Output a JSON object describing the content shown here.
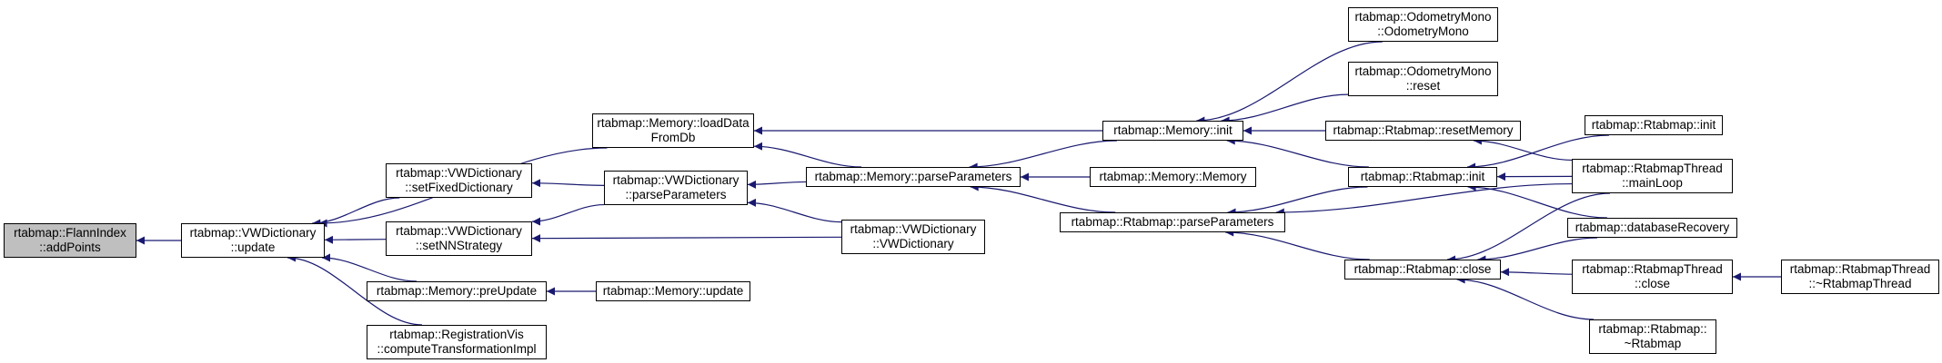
{
  "graph": {
    "edge_color": "#191970",
    "focus_fill": "#bfbfbf",
    "nodes": [
      {
        "id": "flann_addpoints",
        "lines": [
          "rtabmap::FlannIndex",
          "::addPoints"
        ],
        "focus": true
      },
      {
        "id": "vwd_update",
        "lines": [
          "rtabmap::VWDictionary",
          "::update"
        ]
      },
      {
        "id": "mem_loaddata",
        "lines": [
          "rtabmap::Memory::loadData",
          "FromDb"
        ]
      },
      {
        "id": "vwd_setfixed",
        "lines": [
          "rtabmap::VWDictionary",
          "::setFixedDictionary"
        ]
      },
      {
        "id": "vwd_setnn",
        "lines": [
          "rtabmap::VWDictionary",
          "::setNNStrategy"
        ]
      },
      {
        "id": "mem_preupdate",
        "lines": [
          "rtabmap::Memory::preUpdate"
        ]
      },
      {
        "id": "regvis_compute",
        "lines": [
          "rtabmap::RegistrationVis",
          "::computeTransformationImpl"
        ]
      },
      {
        "id": "vwd_parseparams",
        "lines": [
          "rtabmap::VWDictionary",
          "::parseParameters"
        ]
      },
      {
        "id": "mem_update",
        "lines": [
          "rtabmap::Memory::update"
        ]
      },
      {
        "id": "mem_parseparams",
        "lines": [
          "rtabmap::Memory::parseParameters"
        ]
      },
      {
        "id": "vwd_ctor",
        "lines": [
          "rtabmap::VWDictionary",
          "::VWDictionary"
        ]
      },
      {
        "id": "mem_init",
        "lines": [
          "rtabmap::Memory::init"
        ]
      },
      {
        "id": "mem_ctor",
        "lines": [
          "rtabmap::Memory::Memory"
        ]
      },
      {
        "id": "rtab_parseparams",
        "lines": [
          "rtabmap::Rtabmap::parseParameters"
        ]
      },
      {
        "id": "odo_ctor",
        "lines": [
          "rtabmap::OdometryMono",
          "::OdometryMono"
        ]
      },
      {
        "id": "odo_reset",
        "lines": [
          "rtabmap::OdometryMono",
          "::reset"
        ]
      },
      {
        "id": "rtab_resetmem",
        "lines": [
          "rtabmap::Rtabmap::resetMemory"
        ]
      },
      {
        "id": "rtab_init",
        "lines": [
          "rtabmap::Rtabmap::init"
        ]
      },
      {
        "id": "rtab_close",
        "lines": [
          "rtabmap::Rtabmap::close"
        ]
      },
      {
        "id": "rtab_init2",
        "lines": [
          "rtabmap::Rtabmap::init"
        ]
      },
      {
        "id": "thread_mainloop",
        "lines": [
          "rtabmap::RtabmapThread",
          "::mainLoop"
        ]
      },
      {
        "id": "rtab_dbrecovery",
        "lines": [
          "rtabmap::databaseRecovery"
        ]
      },
      {
        "id": "thread_close",
        "lines": [
          "rtabmap::RtabmapThread",
          "::close"
        ]
      },
      {
        "id": "rtab_dtor",
        "lines": [
          "rtabmap::Rtabmap::",
          "~Rtabmap"
        ]
      },
      {
        "id": "thread_dtor",
        "lines": [
          "rtabmap::RtabmapThread",
          "::~RtabmapThread"
        ]
      }
    ],
    "edges": [
      [
        "vwd_update",
        "flann_addpoints"
      ],
      [
        "mem_loaddata",
        "vwd_update"
      ],
      [
        "vwd_setfixed",
        "vwd_update"
      ],
      [
        "vwd_setnn",
        "vwd_update"
      ],
      [
        "mem_preupdate",
        "vwd_update"
      ],
      [
        "regvis_compute",
        "vwd_update"
      ],
      [
        "vwd_parseparams",
        "vwd_setfixed"
      ],
      [
        "vwd_parseparams",
        "vwd_setnn"
      ],
      [
        "vwd_ctor",
        "vwd_setnn"
      ],
      [
        "mem_update",
        "mem_preupdate"
      ],
      [
        "mem_parseparams",
        "vwd_parseparams"
      ],
      [
        "vwd_ctor",
        "vwd_parseparams"
      ],
      [
        "mem_init",
        "mem_loaddata"
      ],
      [
        "mem_parseparams",
        "mem_loaddata"
      ],
      [
        "mem_init",
        "mem_parseparams"
      ],
      [
        "mem_ctor",
        "mem_parseparams"
      ],
      [
        "rtab_parseparams",
        "mem_parseparams"
      ],
      [
        "odo_ctor",
        "mem_init"
      ],
      [
        "odo_reset",
        "mem_init"
      ],
      [
        "rtab_resetmem",
        "mem_init"
      ],
      [
        "rtab_init",
        "mem_init"
      ],
      [
        "rtab_init",
        "rtab_parseparams"
      ],
      [
        "thread_mainloop",
        "rtab_parseparams"
      ],
      [
        "rtab_close",
        "rtab_parseparams"
      ],
      [
        "thread_mainloop",
        "rtab_resetmem"
      ],
      [
        "rtab_init2",
        "rtab_init"
      ],
      [
        "thread_mainloop",
        "rtab_init"
      ],
      [
        "rtab_dbrecovery",
        "rtab_init"
      ],
      [
        "thread_mainloop",
        "rtab_close"
      ],
      [
        "rtab_dbrecovery",
        "rtab_close"
      ],
      [
        "thread_close",
        "rtab_close"
      ],
      [
        "rtab_dtor",
        "rtab_close"
      ],
      [
        "thread_dtor",
        "thread_close"
      ]
    ]
  }
}
